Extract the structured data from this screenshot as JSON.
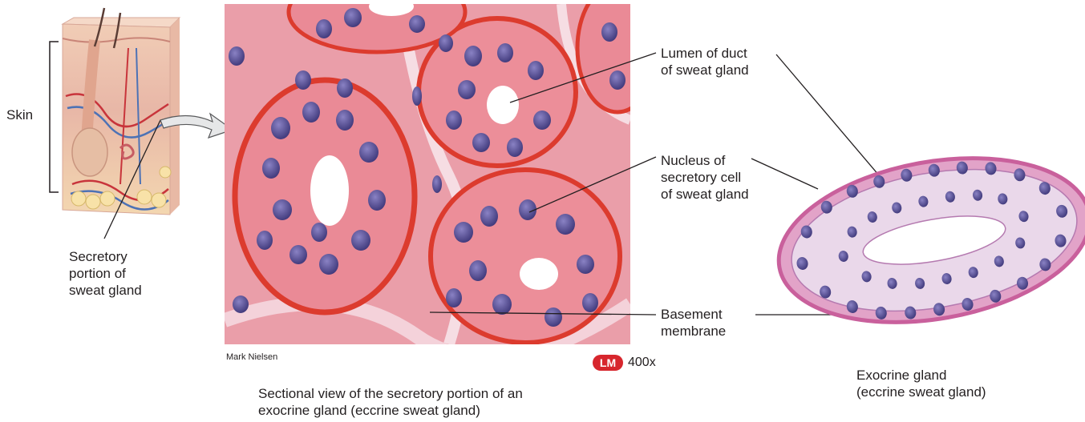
{
  "labels": {
    "skin": "Skin",
    "secretory_portion": [
      "Secretory",
      "portion of",
      "sweat gland"
    ],
    "lumen": [
      "Lumen of duct",
      "of sweat gland"
    ],
    "nucleus": [
      "Nucleus of",
      "secretory cell",
      "of sweat gland"
    ],
    "basement": [
      "Basement",
      "membrane"
    ],
    "caption_center": [
      "Sectional view of the secretory portion of an",
      "exocrine gland (eccrine sweat gland)"
    ],
    "caption_right": [
      "Exocrine gland",
      "(eccrine sweat gland)"
    ]
  },
  "micrograph": {
    "credit": "Mark Nielsen",
    "badge": "LM",
    "magnification": "400x"
  },
  "colors": {
    "tissue_pink": "#e9878f",
    "membrane_red": "#dc3b2e",
    "nucleus_purple": "#6b5a9e",
    "gland_pink": "#c9609c",
    "cell_lilac": "#ead8ea",
    "lm_badge": "#d7262d"
  }
}
